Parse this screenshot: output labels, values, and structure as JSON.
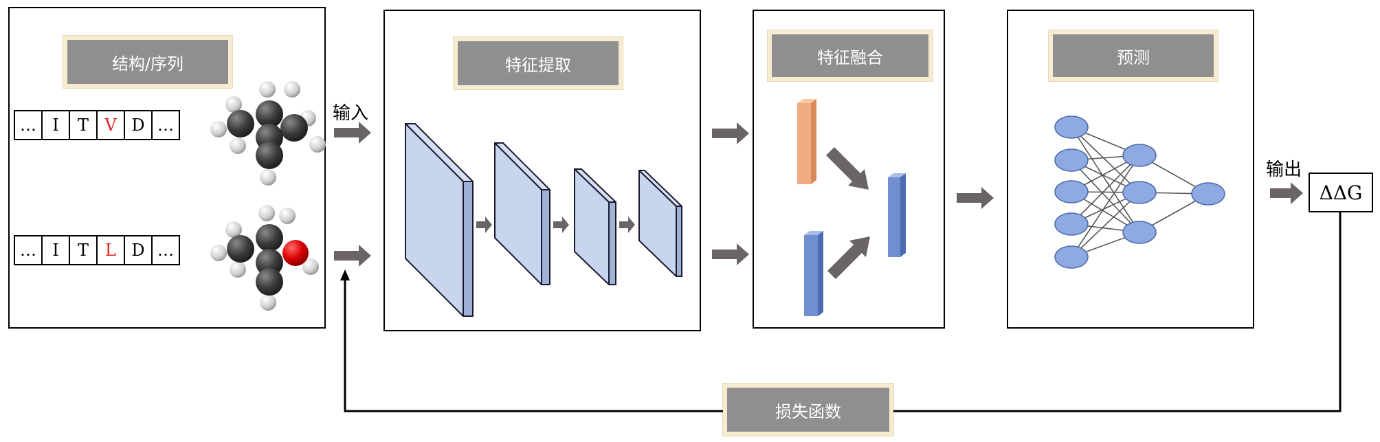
{
  "panels": {
    "input": {
      "label": "结构/序列"
    },
    "features": {
      "label": "特征提取"
    },
    "fusion": {
      "label": "特征融合"
    },
    "predict": {
      "label": "预测"
    }
  },
  "sequences": {
    "wild": [
      "…",
      "I",
      "T",
      "V",
      "D",
      "…"
    ],
    "mutant": [
      "…",
      "I",
      "T",
      "L",
      "D",
      "…"
    ],
    "mutation_index": 3,
    "mutation_color": "#e02020"
  },
  "flow": {
    "input_label": "输入",
    "output_label": "输出",
    "output_value": "ΔΔG"
  },
  "loss": {
    "label": "损失函数"
  },
  "colors": {
    "label_bg": "#8f8f8f",
    "label_border": "#f7ecd0",
    "cnn_fill": "#c7d5ee",
    "cnn_edge": "#1a1a2e",
    "orange_bar": "#f0ab82",
    "blue_bar": "#6f8fd1",
    "node": "#8fa9e2",
    "arrow": "#6b6464",
    "atom_dark": "#3c3c3c",
    "atom_light": "#d7d7d7",
    "atom_red": "#d80000"
  }
}
